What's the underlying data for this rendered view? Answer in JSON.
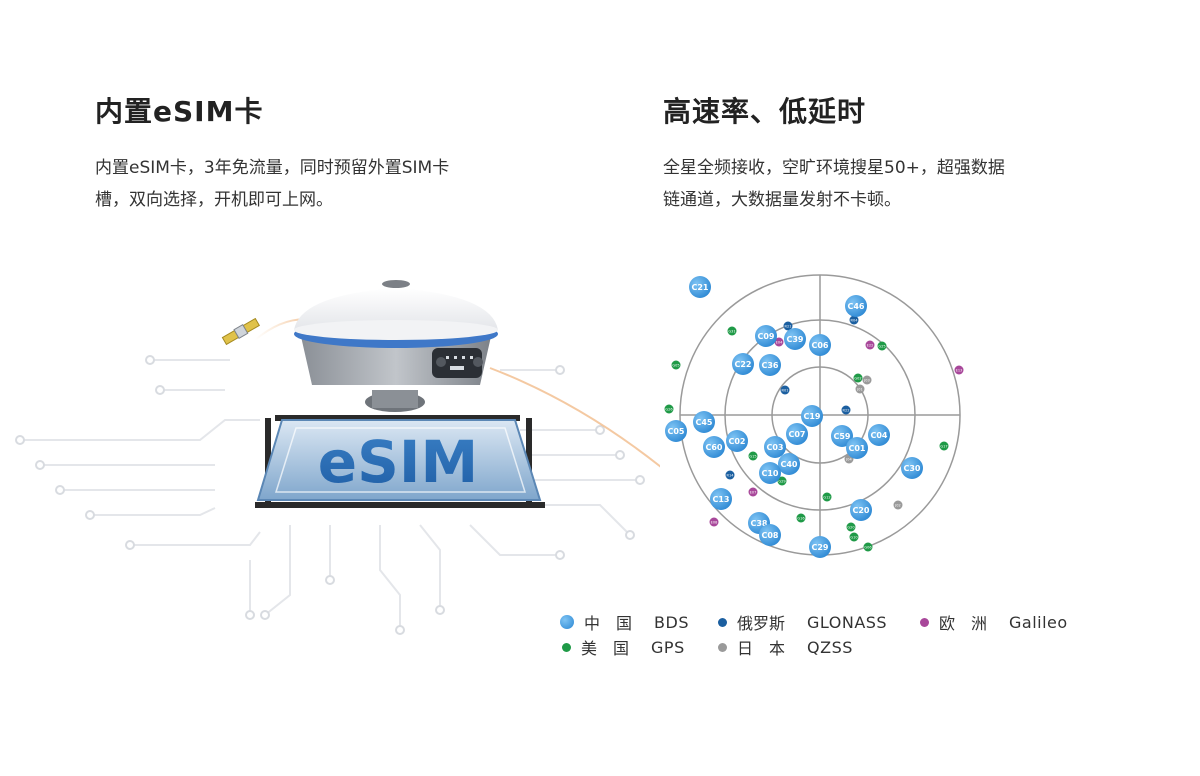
{
  "left": {
    "title": "内置eSIM卡",
    "desc_line1": "内置eSIM卡，3年免流量，同时预留外置SIM卡",
    "desc_line2": "槽，双向选择，开机即可上网。"
  },
  "right": {
    "title": "高速率、低延时",
    "desc_line1": "全星全频接收，空旷环境搜星50+，超强数据",
    "desc_line2": "链通道，大数据量发射不卡顿。"
  },
  "chip": {
    "label": "eSIM"
  },
  "skyplot": {
    "bds": [
      "C21",
      "C46",
      "C09",
      "C39",
      "C06",
      "C22",
      "C36",
      "C19",
      "C45",
      "C05",
      "C02",
      "C60",
      "C03",
      "C07",
      "C59",
      "C04",
      "C01",
      "C40",
      "C10",
      "C30",
      "C13",
      "C20",
      "C38",
      "C08",
      "C29"
    ],
    "small_labels": {
      "gps": [
        "G31",
        "G05",
        "G02",
        "G25",
        "G26",
        "G17",
        "G12",
        "G29",
        "G16",
        "G10",
        "G06",
        "G15",
        "G20"
      ],
      "glonass": [
        "R04",
        "R14",
        "R22",
        "R21",
        "R01"
      ],
      "galileo": [
        "E22",
        "E13",
        "E07",
        "E08",
        "E04"
      ],
      "qzss": [
        "J01",
        "J04",
        "J02",
        "J03"
      ]
    }
  },
  "legend": [
    {
      "region": "中　国",
      "system": "BDS",
      "color": "#2f8fd8"
    },
    {
      "region": "俄罗斯",
      "system": "GLONASS",
      "color": "#1b5fa0"
    },
    {
      "region": "欧　洲",
      "system": "Galileo",
      "color": "#a8479a"
    },
    {
      "region": "美　国",
      "system": "GPS",
      "color": "#1f9a47"
    },
    {
      "region": "日　本",
      "system": "QZSS",
      "color": "#9a9a9a"
    }
  ]
}
